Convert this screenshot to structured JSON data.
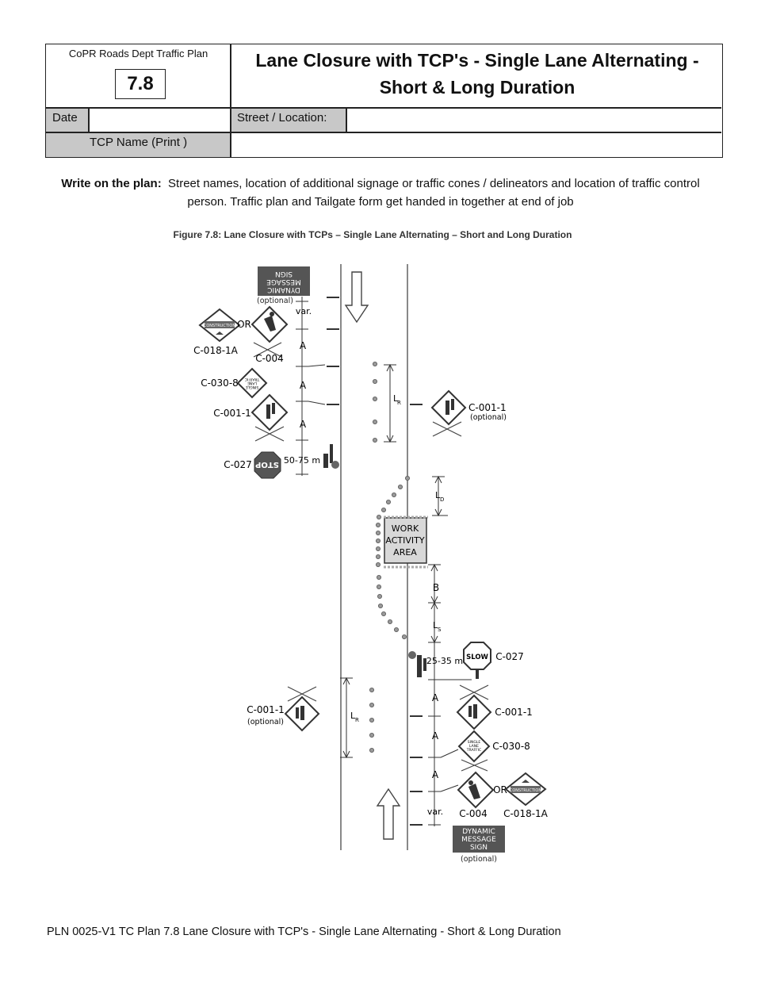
{
  "header": {
    "dept": "CoPR Roads Dept Traffic Plan",
    "plan_number": "7.8",
    "title_line1": "Lane Closure with TCP's - Single Lane Alternating -",
    "title_line2": "Short & Long Duration",
    "date_label": "Date",
    "street_label": "Street / Location:",
    "tcp_label": "TCP Name (Print )"
  },
  "instructions": {
    "lead": "Write on the plan:",
    "text": "Street names, location of additional signage or traffic cones / delineators and location of traffic control person.   Traffic plan and Tailgate form get handed in together at end of job"
  },
  "figure": {
    "caption": "Figure 7.8:  Lane Closure with TCPs – Single Lane Alternating – Short and Long Duration",
    "labels": {
      "dms": "DYNAMIC",
      "dms2": "MESSAGE",
      "dms3": "SIGN",
      "optional": "(optional)",
      "var": "var.",
      "or": "OR",
      "c018": "C-018-1A",
      "c004": "C-004",
      "c030": "C-030-8",
      "c001": "C-001-1",
      "c027": "C-027",
      "a": "A",
      "b": "B",
      "dist_50_75": "50-75 m",
      "dist_25_35": "25-35 m",
      "lr": "L",
      "lr_sub": "R",
      "ld": "L",
      "ld_sub": "D",
      "ls": "L",
      "ls_sub": "S",
      "work1": "WORK",
      "work2": "ACTIVITY",
      "work3": "AREA",
      "stop": "STOP",
      "slow": "SLOW",
      "construction": "CONSTRUCTION",
      "single1": "SINGLE",
      "single2": "LANE",
      "single3": "TRAFFIC"
    }
  },
  "footer": {
    "text": "PLN 0025-V1 TC Plan 7.8  Lane Closure with TCP's - Single Lane Alternating - Short & Long Duration"
  }
}
